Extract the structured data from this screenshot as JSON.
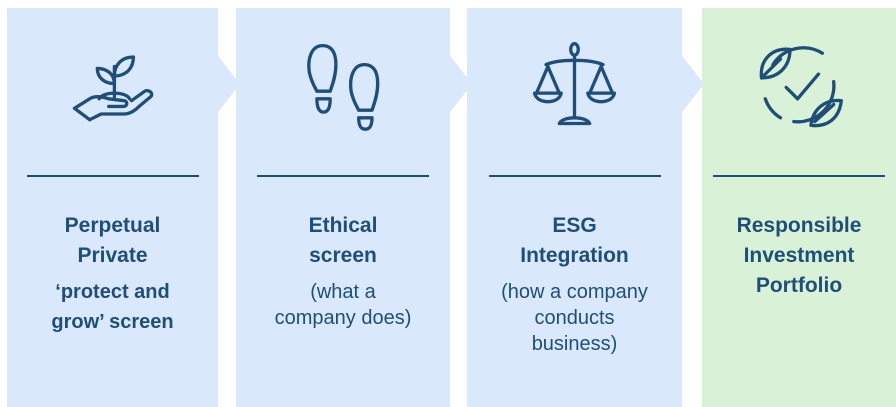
{
  "steps": [
    {
      "icon": "plant-in-hand-icon",
      "title": "Perpetual\nPrivate",
      "subtitle_bold": "‘protect and\ngrow’ screen",
      "subtitle": ""
    },
    {
      "icon": "footprints-icon",
      "title": "Ethical\nscreen",
      "subtitle_bold": "",
      "subtitle": "(what a\ncompany does)"
    },
    {
      "icon": "balance-scale-icon",
      "title": "ESG\nIntegration",
      "subtitle_bold": "",
      "subtitle": "(how a company\nconducts\nbusiness)"
    },
    {
      "icon": "leaf-check-cycle-icon",
      "title": "Responsible\nInvestment\nPortfolio",
      "subtitle_bold": "",
      "subtitle": ""
    }
  ],
  "colors": {
    "text": "#1f4e78",
    "blue_panel": "#d9e8fb",
    "green_panel": "#d9f2d7"
  }
}
